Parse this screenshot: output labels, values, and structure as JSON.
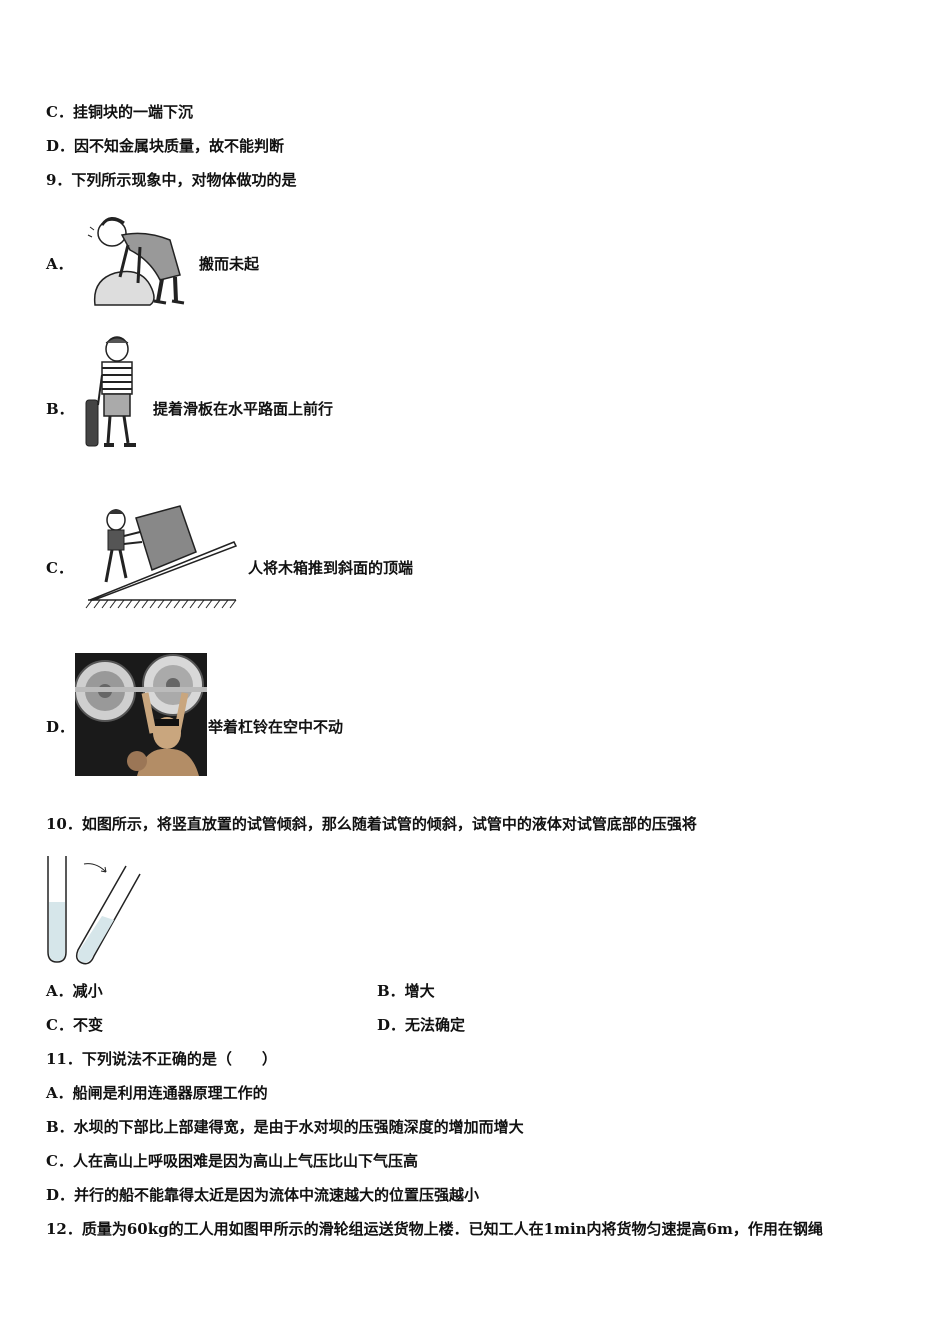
{
  "q8": {
    "optC": "C．挂铜块的一端下沉",
    "optD": "D．因不知金属块质量，故不能判断"
  },
  "q9": {
    "stem": "9．下列所示现象中，对物体做功的是",
    "optA": {
      "letter": "A．",
      "caption": "搬而未起"
    },
    "optB": {
      "letter": "B．",
      "caption": "提着滑板在水平路面上前行"
    },
    "optC": {
      "letter": "C．",
      "caption": "人将木箱推到斜面的顶端"
    },
    "optD": {
      "letter": "D．",
      "caption": "举着杠铃在空中不动"
    }
  },
  "q10": {
    "stem": "10．如图所示，将竖直放置的试管倾斜，那么随着试管的倾斜，试管中的液体对试管底部的压强将",
    "optA": "A．减小",
    "optB": "B．增大",
    "optC": "C．不变",
    "optD": "D．无法确定"
  },
  "q11": {
    "stem": "11．下列说法不正确的是（　　）",
    "optA": "A．船闸是利用连通器原理工作的",
    "optB": "B．水坝的下部比上部建得宽，是由于水对坝的压强随深度的增加而增大",
    "optC": "C．人在高山上呼吸困难是因为高山上气压比山下气压高",
    "optD": "D．并行的船不能靠得太近是因为流体中流速越大的位置压强越小"
  },
  "q12": {
    "stem": "12．质量为60kg的工人用如图甲所示的滑轮组运送货物上楼．已知工人在1min内将货物匀速提高6m，作用在钢绳"
  }
}
